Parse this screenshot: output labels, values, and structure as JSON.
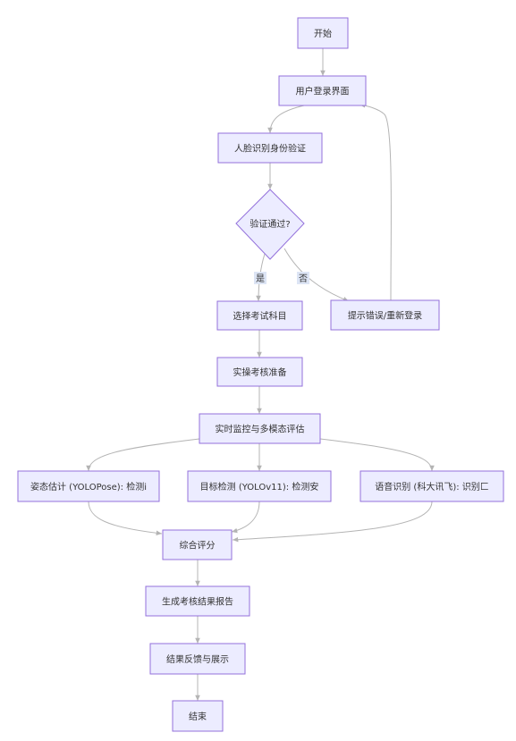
{
  "nodes": {
    "start": "开始",
    "login": "用户登录界面",
    "face": "人脸识别身份验证",
    "verify": "验证通过?",
    "error": "提示错误/重新登录",
    "subject": "选择考试科目",
    "prepare": "实操考核准备",
    "monitor": "实时监控与多模态评估",
    "pose": "姿态估计 (YOLOPose): 检测i",
    "object": "目标检测 (YOLOv11): 检测安",
    "speech": "语音识别 (科大讯飞): 识别匚",
    "score": "综合评分",
    "report": "生成考核结果报告",
    "feedback": "结果反馈与展示",
    "end": "结束"
  },
  "edge_labels": {
    "yes": "是",
    "no": "否"
  },
  "colors": {
    "node_fill": "#ECECFF",
    "node_stroke": "#9370DB",
    "edge": "#b4b4b4",
    "label_bg": "#dde5f5"
  }
}
